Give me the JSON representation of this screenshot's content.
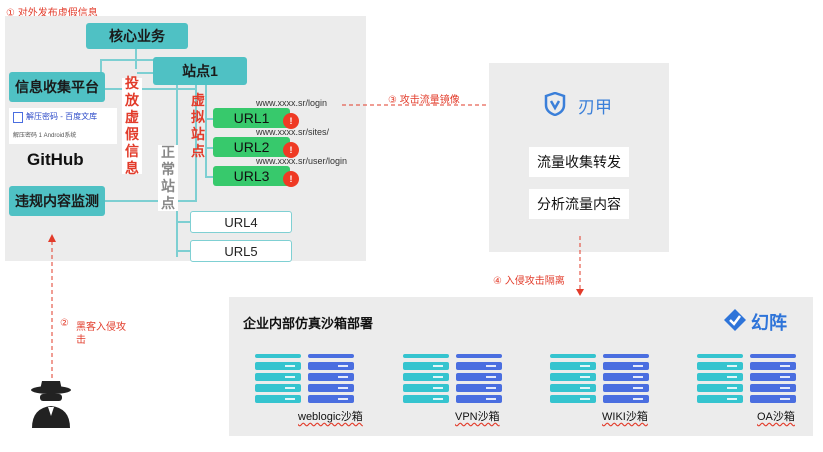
{
  "annotations": {
    "step1": "① 对外发布虚假信息",
    "step2_line1": "黑客入侵攻",
    "step2_line2": "击",
    "step2_num": "②",
    "step3": "③ 攻击流量镜像",
    "step4": "④ 入侵攻击隔离"
  },
  "left_panel": {
    "core_business": "核心业务",
    "site1": "站点1",
    "info_platform": "信息收集平台",
    "violation_monitor": "违规内容监测",
    "fake_info_label": [
      "投",
      "放",
      "虚",
      "假",
      "信",
      "息"
    ],
    "virtual_site_label": [
      "虚",
      "拟",
      "站",
      "点"
    ],
    "normal_site_label": [
      "正",
      "常",
      "站",
      "点"
    ],
    "urls": [
      "URL1",
      "URL2",
      "URL3",
      "URL4",
      "URL5"
    ],
    "url_paths": [
      "www.xxxx.sr/login",
      "www.xxxx.sr/sites/",
      "www.xxxx.sr/user/login"
    ],
    "search_result_title": "解压密码 - 百度文库",
    "search_result_sub": "解压密码 1 Android系统",
    "github": "GitHub"
  },
  "right_panel": {
    "brand": "刃甲",
    "forward": "流量收集转发",
    "analyze": "分析流量内容"
  },
  "bottom_panel": {
    "title": "企业内部仿真沙箱部署",
    "brand": "幻阵",
    "sandboxes": [
      "weblogic沙箱",
      "VPN沙箱",
      "WIKI沙箱",
      "OA沙箱"
    ]
  },
  "colors": {
    "teal": "#4fc1c4",
    "green": "#37c96c",
    "red": "#e23b2a",
    "server_cyan": "#35c4cf",
    "server_blue": "#4a6ee0"
  }
}
